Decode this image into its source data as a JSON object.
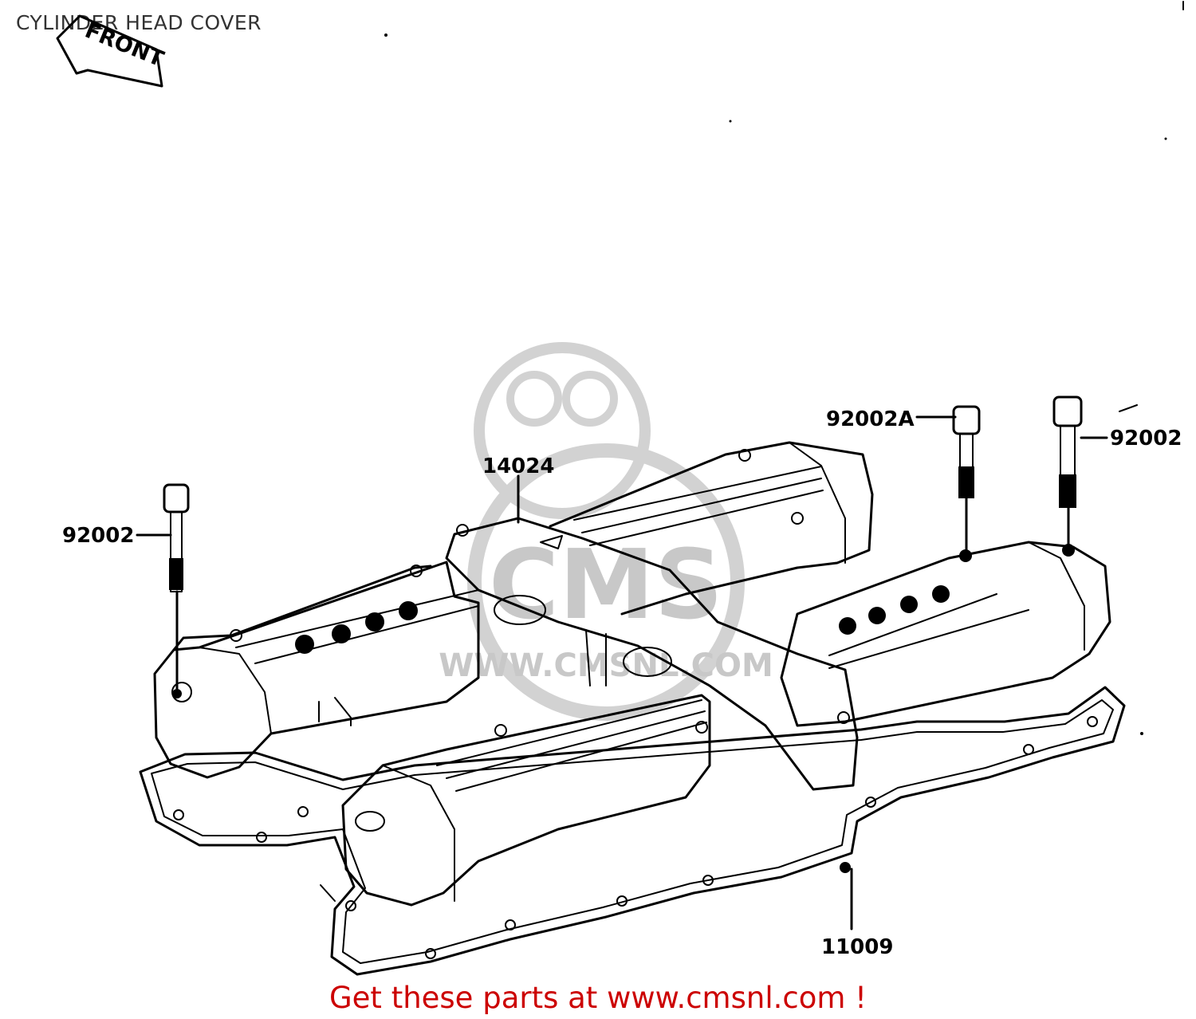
{
  "diagram": {
    "title": "CYLINDER HEAD COVER",
    "front_marker": "FRONT",
    "part_labels": {
      "cover": "14024",
      "bolt_left": "92002",
      "bolt_mid": "92002A",
      "bolt_right": "92002",
      "gasket": "11009"
    },
    "watermark_text": "WWW.CMSNL.COM",
    "watermark_logo_text": "CMS",
    "cta": "Get these parts at www.cmsnl.com !",
    "colors": {
      "cta": "#cc0000",
      "line": "#000000",
      "watermark": "#c8c8c8"
    }
  }
}
